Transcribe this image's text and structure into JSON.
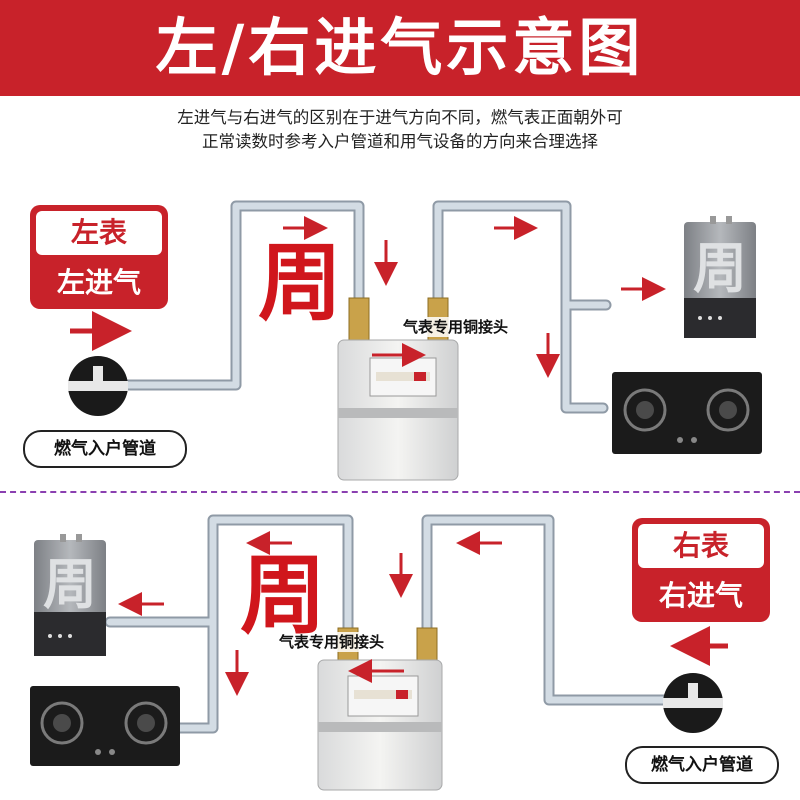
{
  "header": {
    "title": "左/右进气示意图"
  },
  "subtitle": {
    "line1": "左进气与右进气的区别在于进气方向不同，燃气表正面朝外可",
    "line2": "正常读数时参考入户管道和用气设备的方向来合理选择"
  },
  "top_section": {
    "card": {
      "title": "左表",
      "subtitle": "左进气"
    },
    "inlet_label": "燃气入户管道",
    "joint_label": "气表专用铜接头",
    "seal_char": "周"
  },
  "bottom_section": {
    "card": {
      "title": "右表",
      "subtitle": "右进气"
    },
    "inlet_label": "燃气入户管道",
    "joint_label": "气表专用铜接头",
    "seal_char": "周"
  },
  "colors": {
    "brand_red": "#c8222a",
    "arrow_red": "#c8222a",
    "pipe": "#c9d3dc",
    "pipe_edge": "#8f9aa6",
    "divider": "#8a3fb0",
    "heater": "#8e9196",
    "stove": "#1b1b1b"
  },
  "icons": [
    "gas-valve-icon",
    "water-heater-icon",
    "gas-stove-icon",
    "gas-meter-icon",
    "brass-connector-icon",
    "flow-arrow-icon"
  ]
}
